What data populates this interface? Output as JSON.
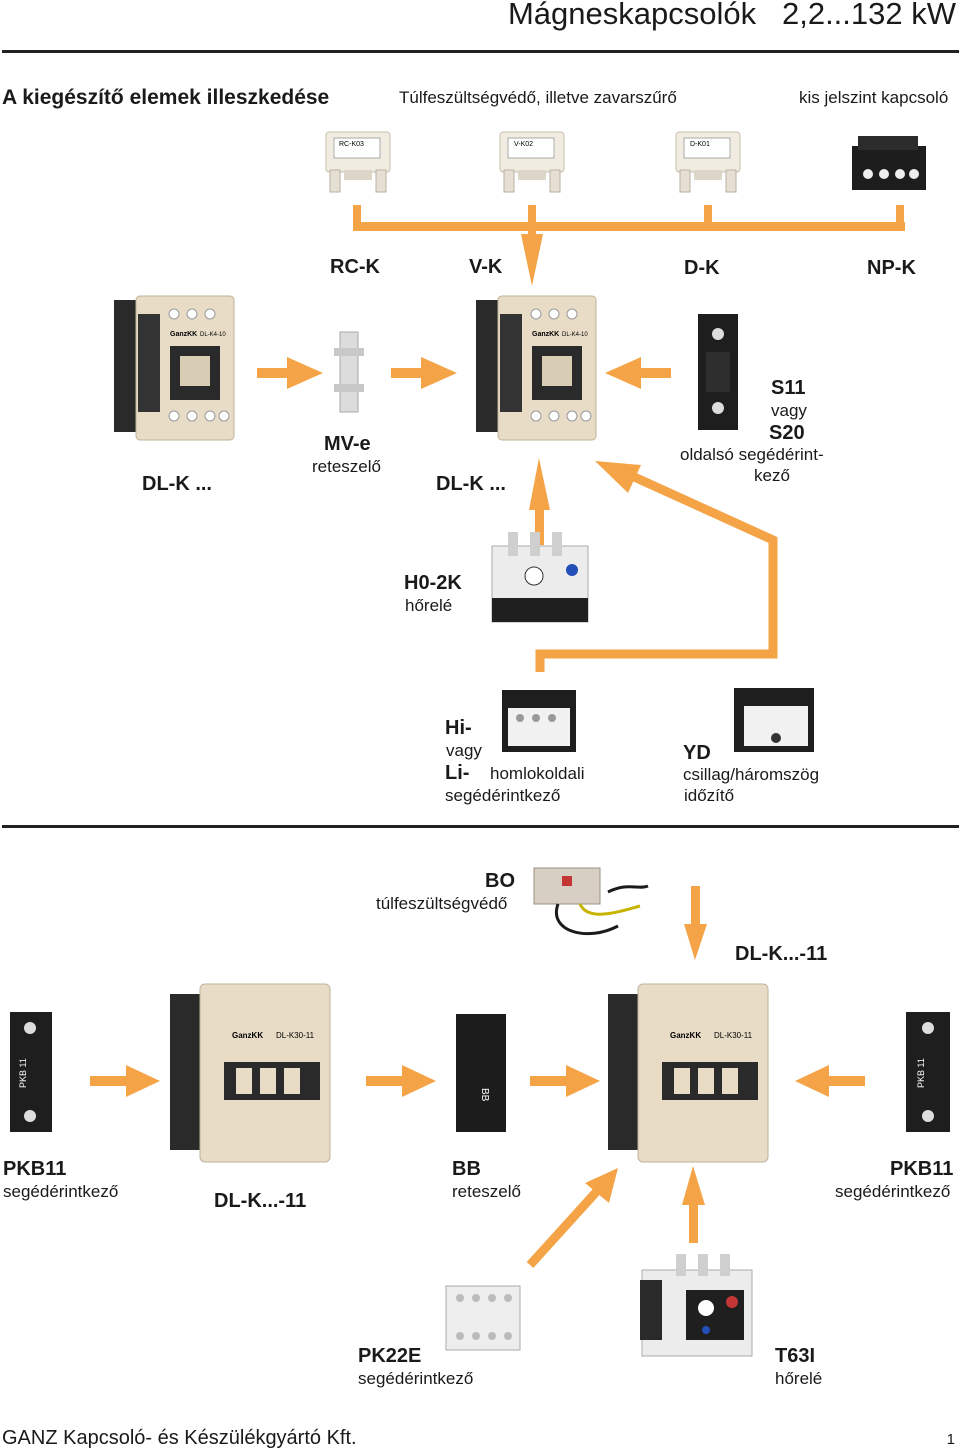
{
  "header": {
    "title": "Mágneskapcsolók",
    "range": "2,2...132 kW"
  },
  "section1": {
    "title": "A kiegészítő elemek illeszkedése",
    "surge_label": "Túlfeszültségvédő, illetve zavarszűrő",
    "low_level_label": "kis jelszint kapcsoló",
    "codes": [
      "RC-K",
      "V-K",
      "D-K",
      "NP-K"
    ],
    "contactor_left": "DL-K ...",
    "contactor_mid": "DL-K ...",
    "interlock": {
      "name": "MV-e",
      "desc": "reteszelő"
    },
    "side_aux": {
      "name1": "S11",
      "or": "vagy",
      "name2": "S20",
      "desc1": "oldalsó segédérint-",
      "desc2": "kező"
    },
    "thermal": {
      "name": "H0-2K",
      "desc": "hőrelé"
    },
    "front_aux": {
      "name1": "Hi-",
      "or": "vagy",
      "name2": "Li-",
      "desc1": "homlokoldali",
      "desc2": "segédérintkező"
    },
    "timer": {
      "name": "YD",
      "desc1": "csillag/háromszög",
      "desc2": "időzítő"
    }
  },
  "section2": {
    "bo": {
      "name": "BO",
      "desc": "túlfeszültségvédő"
    },
    "contactor_right": "DL-K...-11",
    "contactor_left": "DL-K...-11",
    "pkb_left": {
      "name": "PKB11",
      "desc": "segédérintkező"
    },
    "pkb_right": {
      "name": "PKB11",
      "desc": "segédérintkező"
    },
    "bb": {
      "name": "BB",
      "desc": "reteszelő"
    },
    "pk22e": {
      "name": "PK22E",
      "desc": "segédérintkező"
    },
    "t63i": {
      "name": "T63I",
      "desc": "hőrelé"
    },
    "device_texts": {
      "contactor_brand": "GanzKK",
      "contactor_model": "DL-K4-10",
      "contactor_model_large": "DL-K30-11",
      "module_rc": "RC-K03",
      "module_v": "V-K02",
      "module_d": "D-K01",
      "pkb_text": "PKB 11",
      "bb_text": "BB"
    }
  },
  "footer": {
    "company": "GANZ Kapcsoló- és Készülékgyártó Kft.",
    "page": "1"
  },
  "colors": {
    "arrow": "#f4a446",
    "rule": "#222222",
    "contactor_body": "#e8dcc6",
    "contactor_dark": "#2a2a2a"
  }
}
